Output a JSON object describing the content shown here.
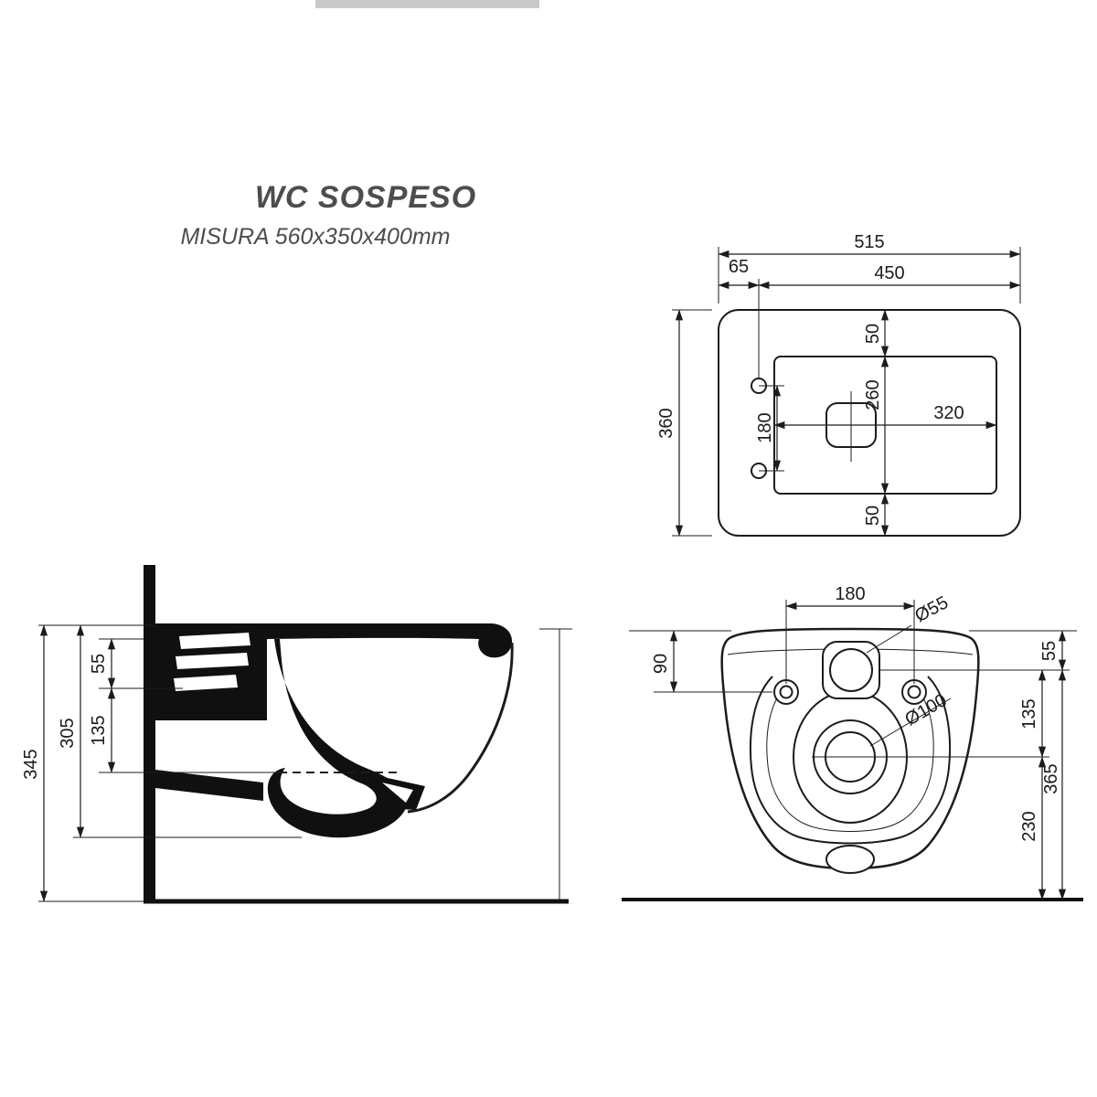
{
  "title": "WC SOSPESO",
  "subtitle": "MISURA 560x350x400mm",
  "top_view": {
    "overall_width": "515",
    "inner_width": "450",
    "left_offset": "65",
    "overall_depth": "360",
    "hole_spacing": "180",
    "top_margin": "50",
    "cutout_depth": "260",
    "cutout_width": "320",
    "bottom_margin": "50"
  },
  "side_view": {
    "overall_height": "345",
    "bowl_height": "305",
    "mid_height": "135",
    "top_offset": "55"
  },
  "rear_view": {
    "hole_spacing": "180",
    "inlet_diameter": "Ø55",
    "top_to_holes": "90",
    "top_to_inlet": "55",
    "inlet_to_outlet": "135",
    "outlet_diameter": "Ø100",
    "overall_height": "365",
    "outlet_height": "230"
  }
}
